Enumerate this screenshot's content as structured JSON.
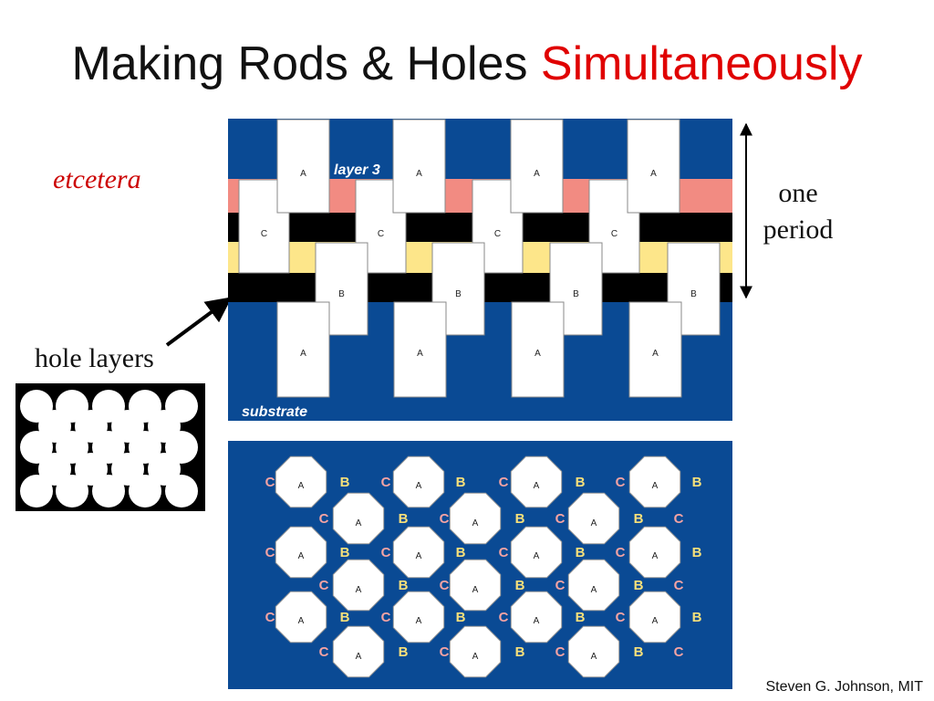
{
  "title": {
    "main": "Making Rods & Holes",
    "highlight": "Simultaneously"
  },
  "labels": {
    "etcetera": "etcetera",
    "one_period_line1": "one",
    "one_period_line2": "period",
    "hole_layers": "hole layers",
    "layer3": "layer 3",
    "substrate": "substrate",
    "credit": "Steven G. Johnson, MIT"
  },
  "rod_letters": {
    "a": "A",
    "b": "B",
    "c": "C"
  },
  "colors": {
    "blue": "#0a4a94",
    "pink": "#f28b82",
    "yellow": "#fde68a",
    "black": "#000000",
    "title_highlight": "#e00000",
    "c_label": "#f5a3a3",
    "b_label": "#f7e07a"
  }
}
